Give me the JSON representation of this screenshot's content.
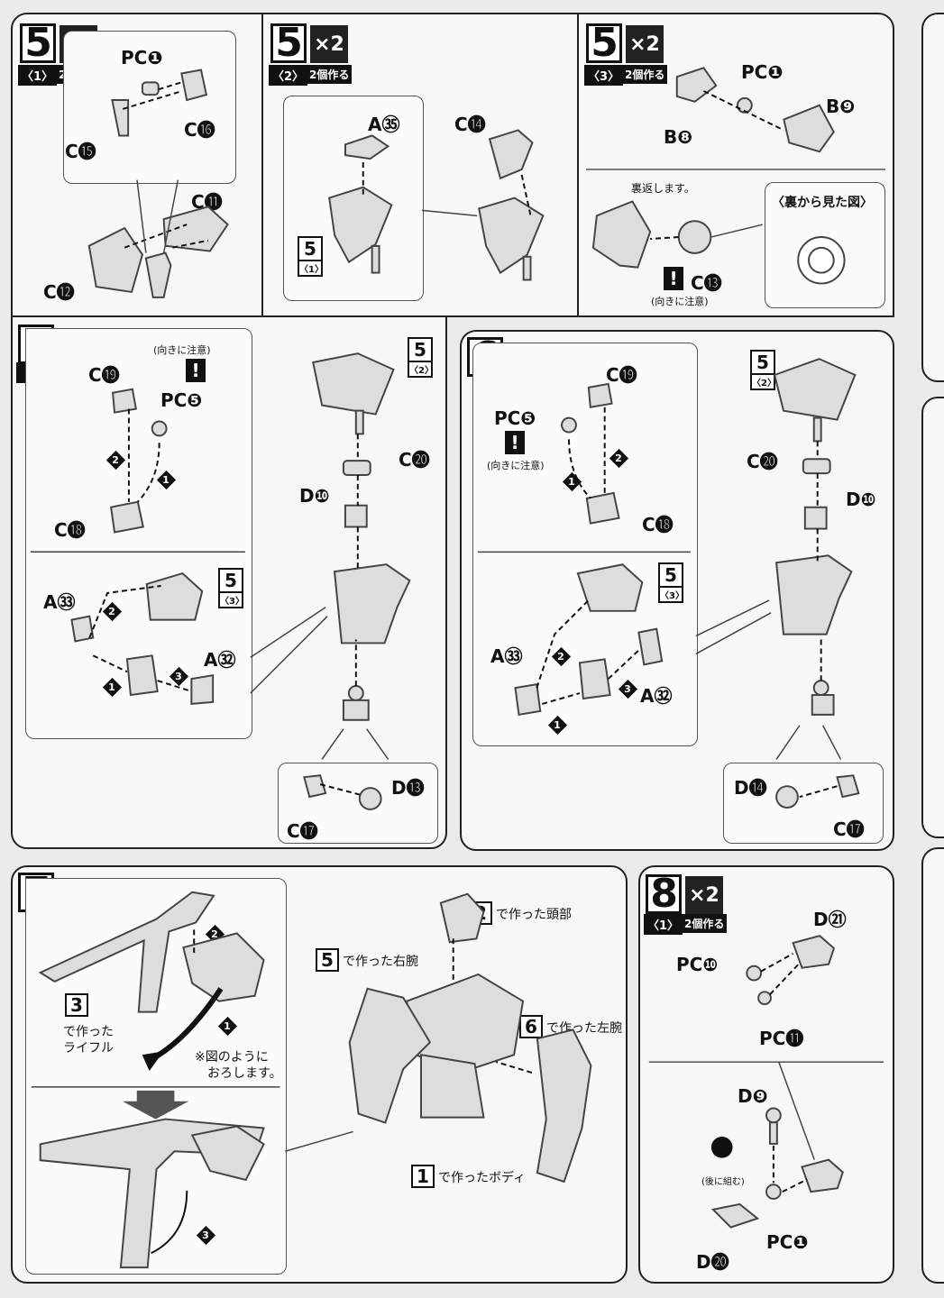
{
  "x2_label": "×2",
  "make_two": "2個作る",
  "panels": {
    "s5_1": {
      "step": "5",
      "sub": "〈1〉",
      "labels": {
        "pc1": "PC❶",
        "c16": "C⓰",
        "c15": "C⓯",
        "c11": "C⓫",
        "c12": "C⓬"
      }
    },
    "s5_2": {
      "step": "5",
      "sub": "〈2〉",
      "labels": {
        "a35": "A㉟",
        "c14": "C⓮",
        "ref_step": "5",
        "ref_sub": "〈1〉"
      }
    },
    "s5_3": {
      "step": "5",
      "sub": "〈3〉",
      "labels": {
        "pc1": "PC❶",
        "b9": "B❾",
        "b8": "B❽",
        "c13": "C⓭",
        "flip": "裏返します。",
        "back_view": "〈裏から見た図〉",
        "caution": "(向きに注意)"
      }
    },
    "s5_4": {
      "step": "5",
      "sub": "〈4〉",
      "labels": {
        "caution": "(向きに注意)",
        "c19": "C⓳",
        "pc5": "PC❺",
        "c18": "C⓲",
        "a33": "A㉝",
        "a32": "A㉜",
        "ref_step": "5",
        "ref_sub": "〈3〉",
        "ref2_step": "5",
        "ref2_sub": "〈2〉",
        "c20": "C⓴",
        "d10": "D❿",
        "d13": "D⓭",
        "c17": "C⓱"
      }
    },
    "s6": {
      "step": "6",
      "labels": {
        "c19": "C⓳",
        "pc5": "PC❺",
        "caution": "(向きに注意)",
        "c18": "C⓲",
        "a33": "A㉝",
        "a32": "A㉜",
        "ref_step": "5",
        "ref_sub": "〈3〉",
        "ref2_step": "5",
        "ref2_sub": "〈2〉",
        "c20": "C⓴",
        "d10": "D❿",
        "d14": "D⓮",
        "c17": "C⓱"
      }
    },
    "s7": {
      "step": "7",
      "labels": {
        "rifle_ref": "3",
        "rifle_text1": "で作った",
        "rifle_text2": "ライフル",
        "lower_note1": "※図のように",
        "lower_note2": "おろします。",
        "head_ref": "2",
        "head_text": "で作った頭部",
        "rarm_ref": "5",
        "rarm_text": "で作った右腕",
        "larm_ref": "6",
        "larm_text": "で作った左腕",
        "body_ref": "1",
        "body_text": "で作ったボディ"
      }
    },
    "s8_1": {
      "step": "8",
      "sub": "〈1〉",
      "labels": {
        "d21": "D㉑",
        "pc10": "PC❿",
        "pc11": "PC⓫",
        "d9": "D❾",
        "behind": "(後に組む)",
        "pc1": "PC❶",
        "d20": "D⓴"
      }
    }
  },
  "numbers": [
    "1",
    "2",
    "3"
  ]
}
